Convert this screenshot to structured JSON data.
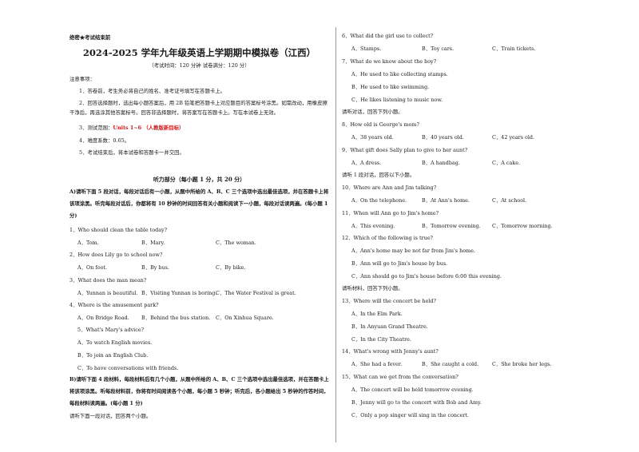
{
  "header": {
    "secret": "绝密★考试结束前",
    "title": "2024-2025 学年九年级英语上学期期中模拟卷（江西）",
    "exam_info": "（考试时间：120 分钟    试卷满分：120 分）"
  },
  "notes": {
    "heading": "注意事项：",
    "n1": "1．答卷前，考生务必将自己的姓名、准考证号填写在答题卡上。",
    "n2": "2．回答选择题时，选出每小题答案后，用 2B 铅笔把答题卡上对应题目的答案标号涂黑。如需改动，用橡皮擦干净后，再选涂其他答案标号。回答非选择题时，将答案写在答题卡上。写在本试卷上无效。",
    "n3_prefix": "3．测试范围：",
    "n3_range": "Units 1~6 （人教版新目标）",
    "n4": "4．难度系数：0.65。",
    "n5": "5．考试结束后，将本试卷和答题卡一并交回。"
  },
  "listening": {
    "heading": "听力部分（每小题 1 分，共 20 分）",
    "partA": "A)请听下面 5 段对话，每段对话后有一小题，从题中所给的 A、B、C 三个选项中选出最佳选项，并在答题卡上将该项涂黑。听完每段对话后，你都将有 10 秒钟的时间回答有关小题和阅读下一小题，每段对话读两遍。(每小题 1 分)",
    "partB": "B)请听下面 4 段材料，每段材料后有几个小题，从题中所给的 A、B、C 三个选项中选出最佳选项，并在答题卡上将该项涂黑。听每段材料前，你将有时间阅读各个小题，每小题 5 秒钟；听完后，各小题给出 5 秒钟的作答时间，每段材料读两遍。(每小题 1 分)",
    "instr_q6_7": "请听下面一段对话，回答两个小题。"
  },
  "questions_left": [
    {
      "stem": "1．Who should clean the table today?",
      "a": "A．Tom.",
      "b": "B．Mary.",
      "c": "C．The woman."
    },
    {
      "stem": "2．How does Lily go to school now?",
      "a": "A．On foot.",
      "b": "B．By bus.",
      "c": "C．By bike."
    },
    {
      "stem": "3．What does the man mean?",
      "a": "A．Yunnan is beautiful.",
      "b": "B．Visiting Yunnan is boring.",
      "c": "C．The Water Festival is great."
    },
    {
      "stem": "4．Where is the amusement park?",
      "a": "A．On Bridge Road.",
      "b": "B．Behind the bus station.",
      "c": "C．On Xinhua Square."
    }
  ],
  "q5": {
    "stem": "5．What's Mary's advice?",
    "a": "A．To watch English movies.",
    "b": "B．To join an English Club.",
    "c": "C．To have conversations with friends."
  },
  "right": {
    "q6": {
      "stem": "6．What did the girl use to collect?",
      "a": "A．Stamps.",
      "b": "B．Toy cars.",
      "c": "C．Train tickets."
    },
    "q7": {
      "stem": "7．What do we know about the boy?",
      "a": "A．He used to like collecting stamps.",
      "b": "B．He used to like swimming.",
      "c": "C．He likes listening to music now."
    },
    "instr_q8_9": "请听对话，回答下列小题。",
    "q8": {
      "stem": "8．How old is George's mom?",
      "a": "A．38 years old.",
      "b": "B．40 years old.",
      "c": "C．42 years old."
    },
    "q9": {
      "stem": "9．What gift does Sally plan to give to her aunt?",
      "a": "A．A dress.",
      "b": "B．A handbag.",
      "c": "C．A cake."
    },
    "instr_q10_12": "请听 1 段对话，回答以下小题。",
    "q10": {
      "stem": "10．Where are Ann and Jim talking?",
      "a": "A．On the telephone.",
      "b": "B．At Ann's home.",
      "c": "C．At school."
    },
    "q11": {
      "stem": "11．When will Ann go to Jim's home?",
      "a": "A．This evening.",
      "b": "B．Tomorrow evening.",
      "c": "C．Tomorrow morning."
    },
    "q12": {
      "stem": "12．Which of the following is true?",
      "a": "A．Ann's home may be not far from Jim's home.",
      "b": "B．Ann will go to Jim's house by bus.",
      "c": "C．Ann should go to Jim's house before 6:00 this evening."
    },
    "instr_q13_15": "请听材料，回答下列小题。",
    "q13": {
      "stem": "13．Where will the concert be held?",
      "a": "A．In the Elm Park.",
      "b": "B．In Anyuan Grand Theatre.",
      "c": "C．In the City Theatre."
    },
    "q14": {
      "stem": "14．What's wrong with Jenny's aunt?",
      "a": "A．She had a fever.",
      "b": "B．She caught a cold.",
      "c": "C．She broke her legs."
    },
    "q15": {
      "stem": "15．What can we get from the conversation?",
      "a": "A．The concert will be held tomorrow evening.",
      "b": "B．Jenny will go to the concert with Bob and Amy.",
      "c": "C．Only a pop singer will sing in the concert."
    }
  }
}
